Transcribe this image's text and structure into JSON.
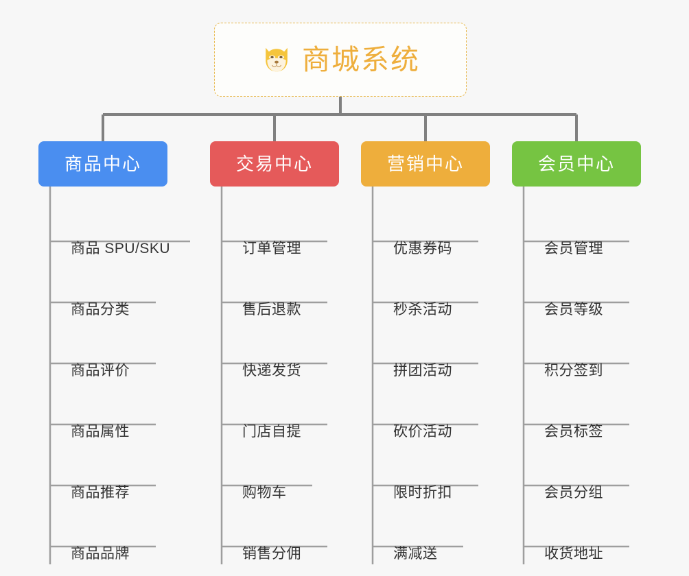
{
  "root": {
    "title": "商城系统",
    "icon": "shiba-dog-face-icon",
    "border_color": "#e8b84b",
    "text_color": "#eeae3c",
    "background": "#fdfdfb"
  },
  "canvas": {
    "background_color": "#f7f7f7",
    "connector_color": "#808080",
    "leaf_line_color": "#9e9e9e",
    "leaf_text_color": "#333333"
  },
  "categories": [
    {
      "label": "商品中心",
      "color": "#4a8ef0",
      "items": [
        "商品 SPU/SKU",
        "商品分类",
        "商品评价",
        "商品属性",
        "商品推荐",
        "商品品牌"
      ]
    },
    {
      "label": "交易中心",
      "color": "#e55a5a",
      "items": [
        "订单管理",
        "售后退款",
        "快递发货",
        "门店自提",
        "购物车",
        "销售分佣"
      ]
    },
    {
      "label": "营销中心",
      "color": "#eeae3c",
      "items": [
        "优惠券码",
        "秒杀活动",
        "拼团活动",
        "砍价活动",
        "限时折扣",
        "满减送"
      ]
    },
    {
      "label": "会员中心",
      "color": "#76c442",
      "items": [
        "会员管理",
        "会员等级",
        "积分签到",
        "会员标签",
        "会员分组",
        "收货地址"
      ]
    }
  ]
}
